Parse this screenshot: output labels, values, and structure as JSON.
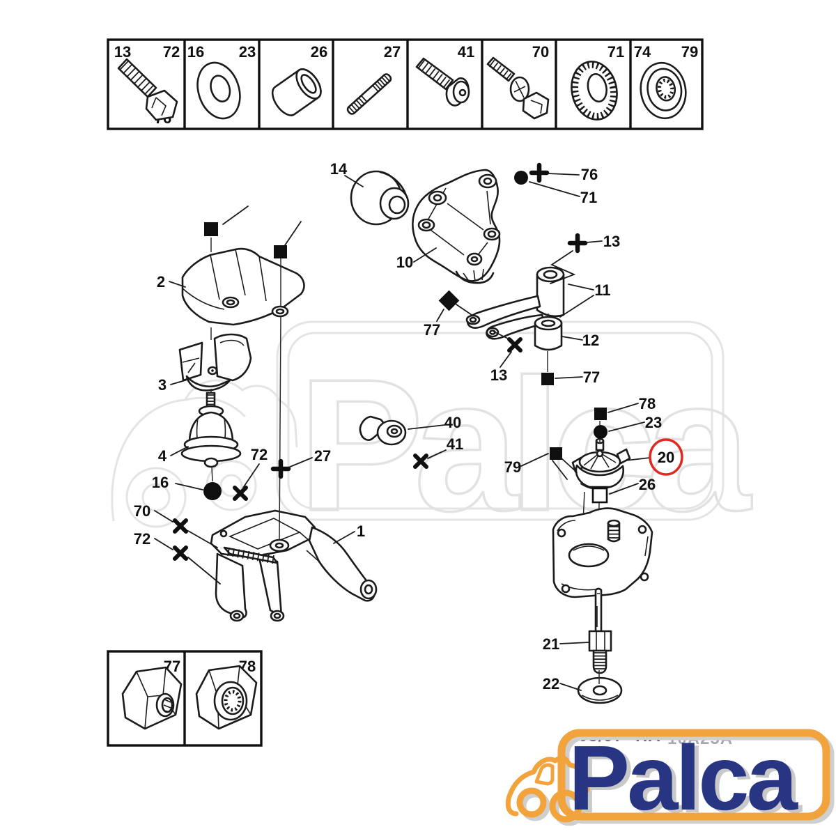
{
  "numbers": {
    "1": "1",
    "2": "2",
    "3": "3",
    "4": "4",
    "10": "10",
    "11": "11",
    "12": "12",
    "13": "13",
    "14": "14",
    "16": "16",
    "20": "20",
    "21": "21",
    "22": "22",
    "23": "23",
    "26": "26",
    "27": "27",
    "40": "40",
    "41": "41",
    "70": "70",
    "71": "71",
    "72": "72",
    "74": "74",
    "76": "76",
    "77": "77",
    "78": "78",
    "79": "79"
  },
  "top_parts_strip": {
    "cells": [
      {
        "labels": [
          "13",
          "72",
          "76"
        ],
        "icon": "hex-bolt"
      },
      {
        "labels": [
          "16",
          "23"
        ],
        "icon": "washer"
      },
      {
        "labels": [
          "26"
        ],
        "icon": "spacer-sleeve"
      },
      {
        "labels": [
          "27"
        ],
        "icon": "double-ended-stud"
      },
      {
        "labels": [
          "41"
        ],
        "icon": "socket-head-bolt"
      },
      {
        "labels": [
          "70"
        ],
        "icon": "bolt-washer-nut"
      },
      {
        "labels": [
          "71"
        ],
        "icon": "serrated-washer"
      },
      {
        "labels": [
          "74",
          "79"
        ],
        "icon": "flanged-nut"
      }
    ]
  },
  "bottom_parts_box": {
    "cells": [
      {
        "labels": [
          "77"
        ],
        "icon": "hex-nut"
      },
      {
        "labels": [
          "78"
        ],
        "icon": "lock-nut"
      }
    ]
  },
  "highlight": {
    "circled_part": "20",
    "circle_color": "#DE2A20"
  },
  "footer": {
    "date_code": "08/97",
    "ref_code": "HA",
    "obscured_code": "10A25A"
  },
  "brand": {
    "name": "Palca",
    "orange": "#F2A33C",
    "blue": "#283583"
  },
  "watermark": {
    "text": "Palca"
  }
}
